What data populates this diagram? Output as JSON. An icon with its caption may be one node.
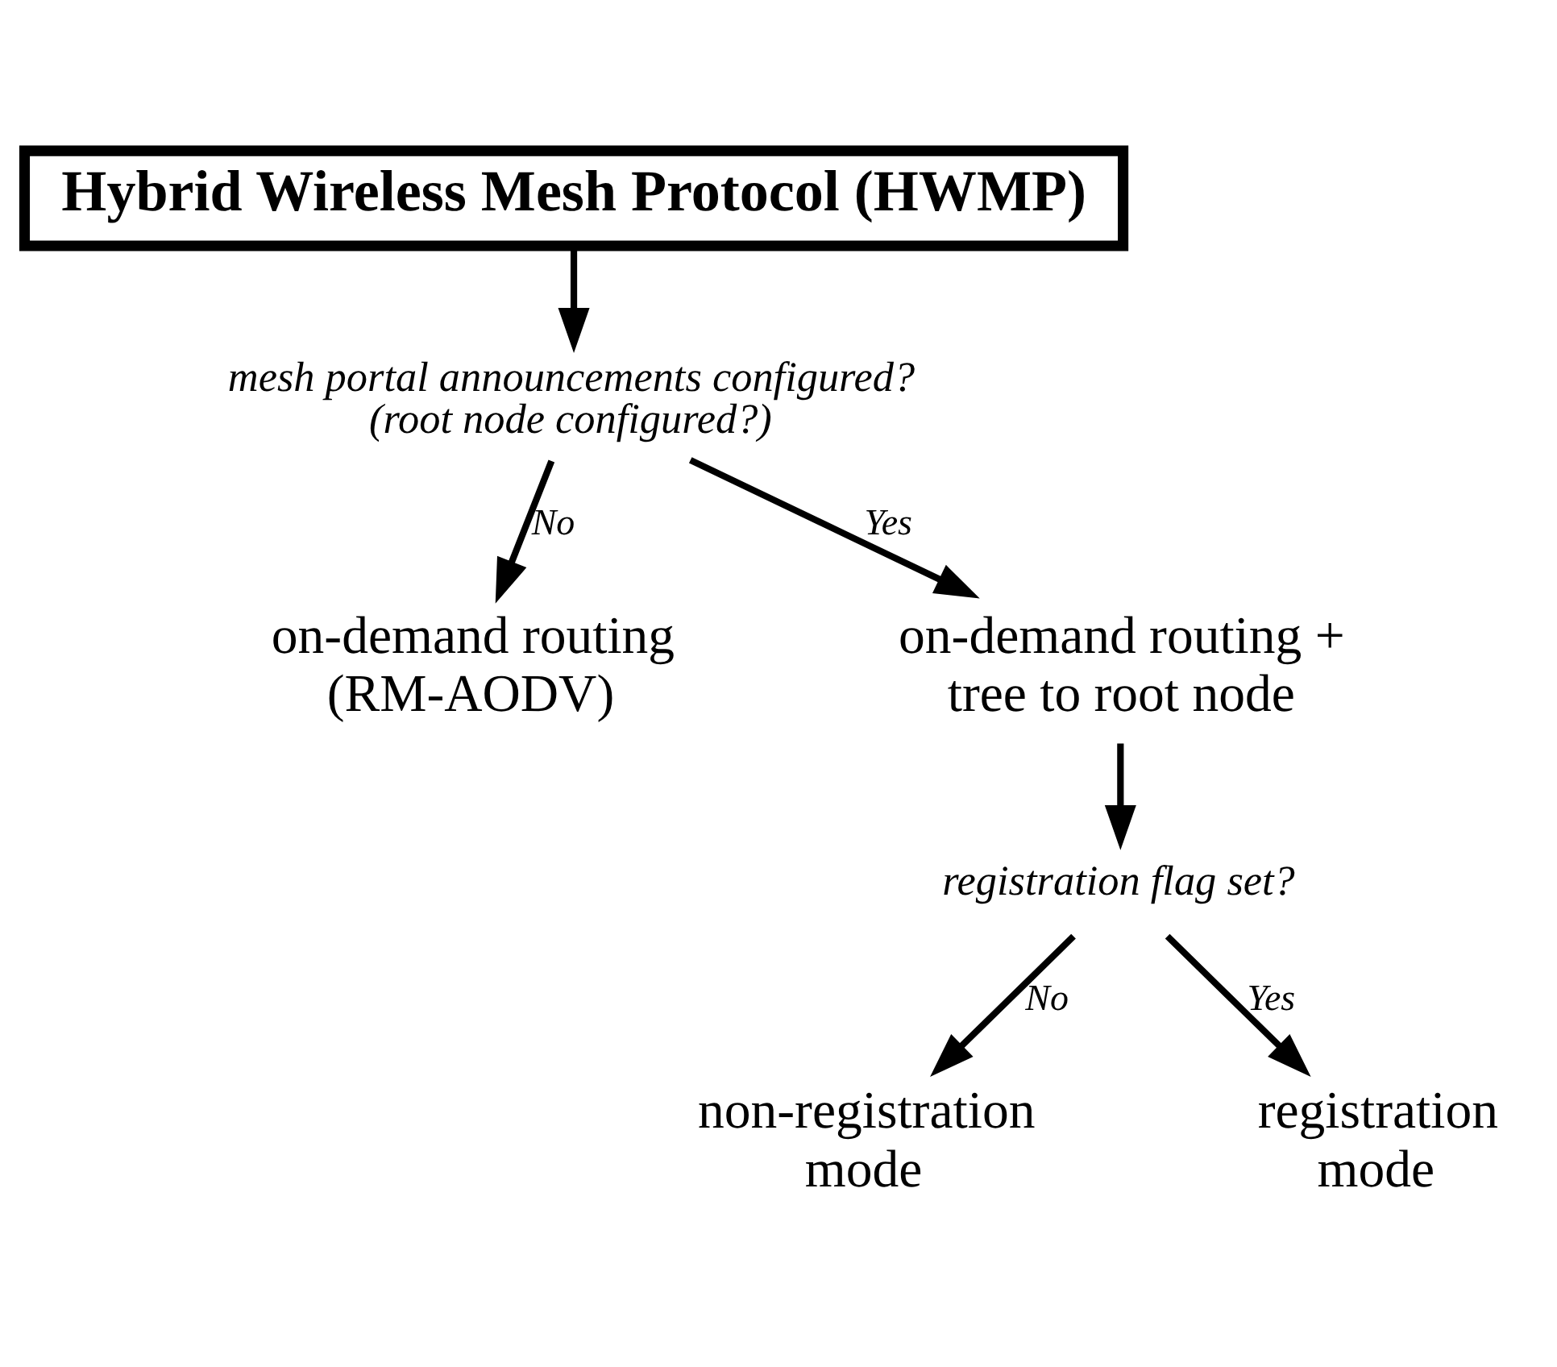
{
  "diagram": {
    "nodes": [
      {
        "text": [
          "Hybrid Wireless Mesh Protocol (HWMP)"
        ]
      },
      {
        "text": [
          "mesh portal announcements configured? (root node configured?)"
        ]
      },
      {
        "text": [
          "on-demand routing (RM-AODV)"
        ]
      },
      {
        "text": [
          "on-demand routing + tree to root node"
        ]
      },
      {
        "text": [
          "registration flag set?"
        ]
      },
      {
        "text": [
          "non-registration mode"
        ]
      },
      {
        "text": [
          "registration mode"
        ]
      }
    ],
    "edges": [
      {
        "from": 0,
        "to": 1,
        "arrow": "to"
      },
      {
        "from": 1,
        "to": 2,
        "arrow": "to",
        "label": "No"
      },
      {
        "from": 1,
        "to": 3,
        "arrow": "to",
        "label": "Yes"
      },
      {
        "from": 3,
        "to": 4,
        "arrow": "to"
      },
      {
        "from": 4,
        "to": 5,
        "arrow": "to",
        "label": "No"
      },
      {
        "from": 4,
        "to": 6,
        "arrow": "to",
        "label": "Yes"
      }
    ]
  }
}
